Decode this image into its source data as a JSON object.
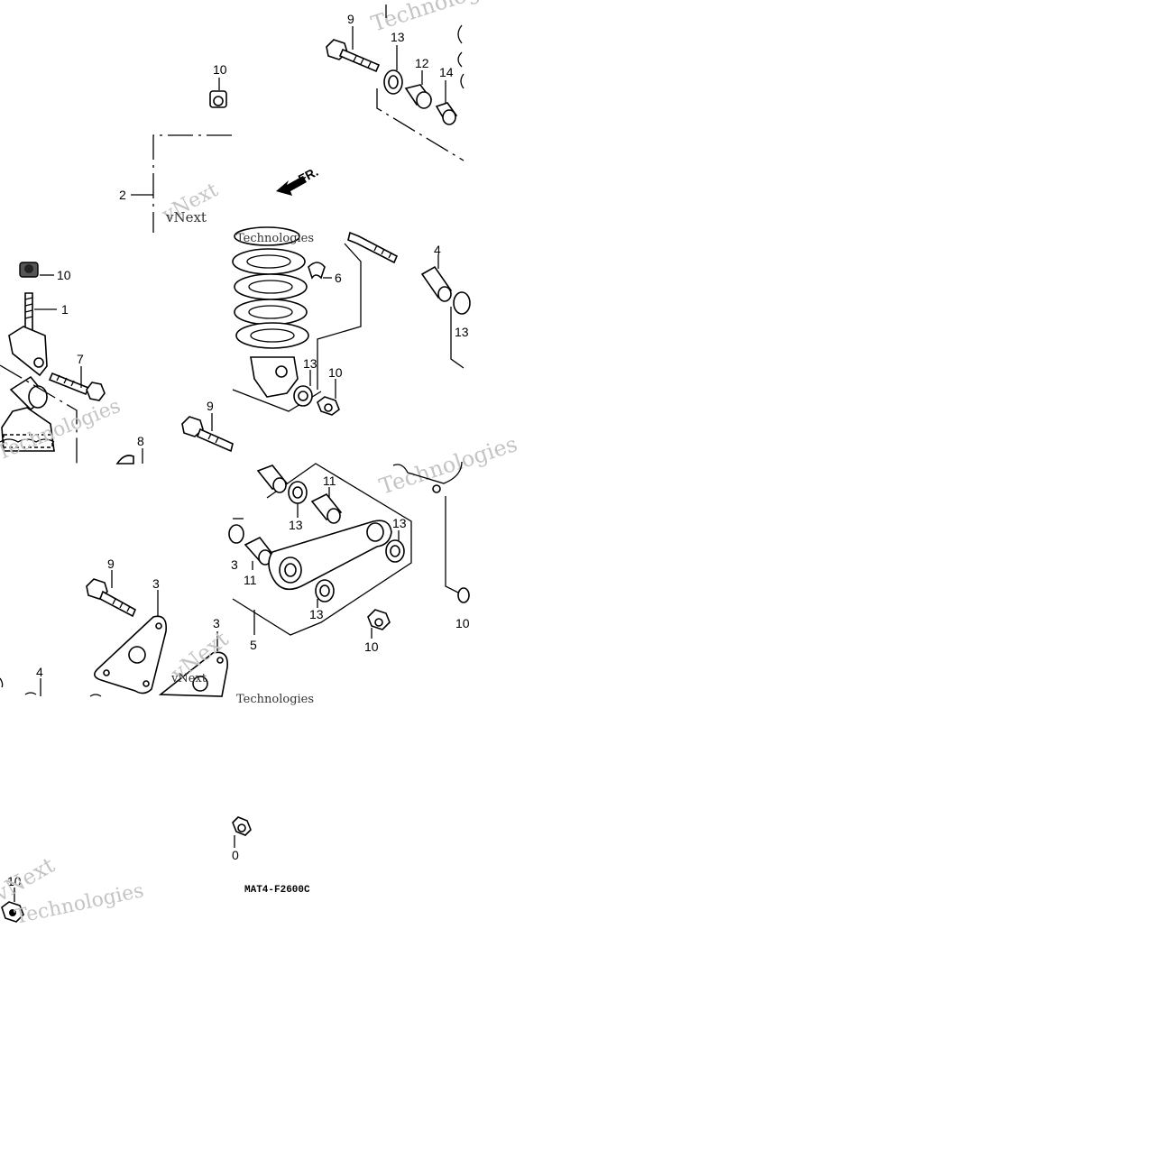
{
  "diagram": {
    "drawing_code": "MAT4-F2600C",
    "direction_label": "FR.",
    "watermark": [
      "vNext",
      "Technologies"
    ],
    "callouts": [
      "1",
      "2",
      "3",
      "4",
      "5",
      "6",
      "7",
      "8",
      "9",
      "10",
      "11",
      "12",
      "13",
      "14"
    ],
    "colors": {
      "ink": "#000000",
      "paper": "#ffffff",
      "watermark": "#c4c4c4"
    },
    "icons": [
      "bolt-icon",
      "nut-icon",
      "bushing-icon",
      "spring-icon",
      "link-icon",
      "plate-icon",
      "direction-arrow-icon"
    ]
  }
}
